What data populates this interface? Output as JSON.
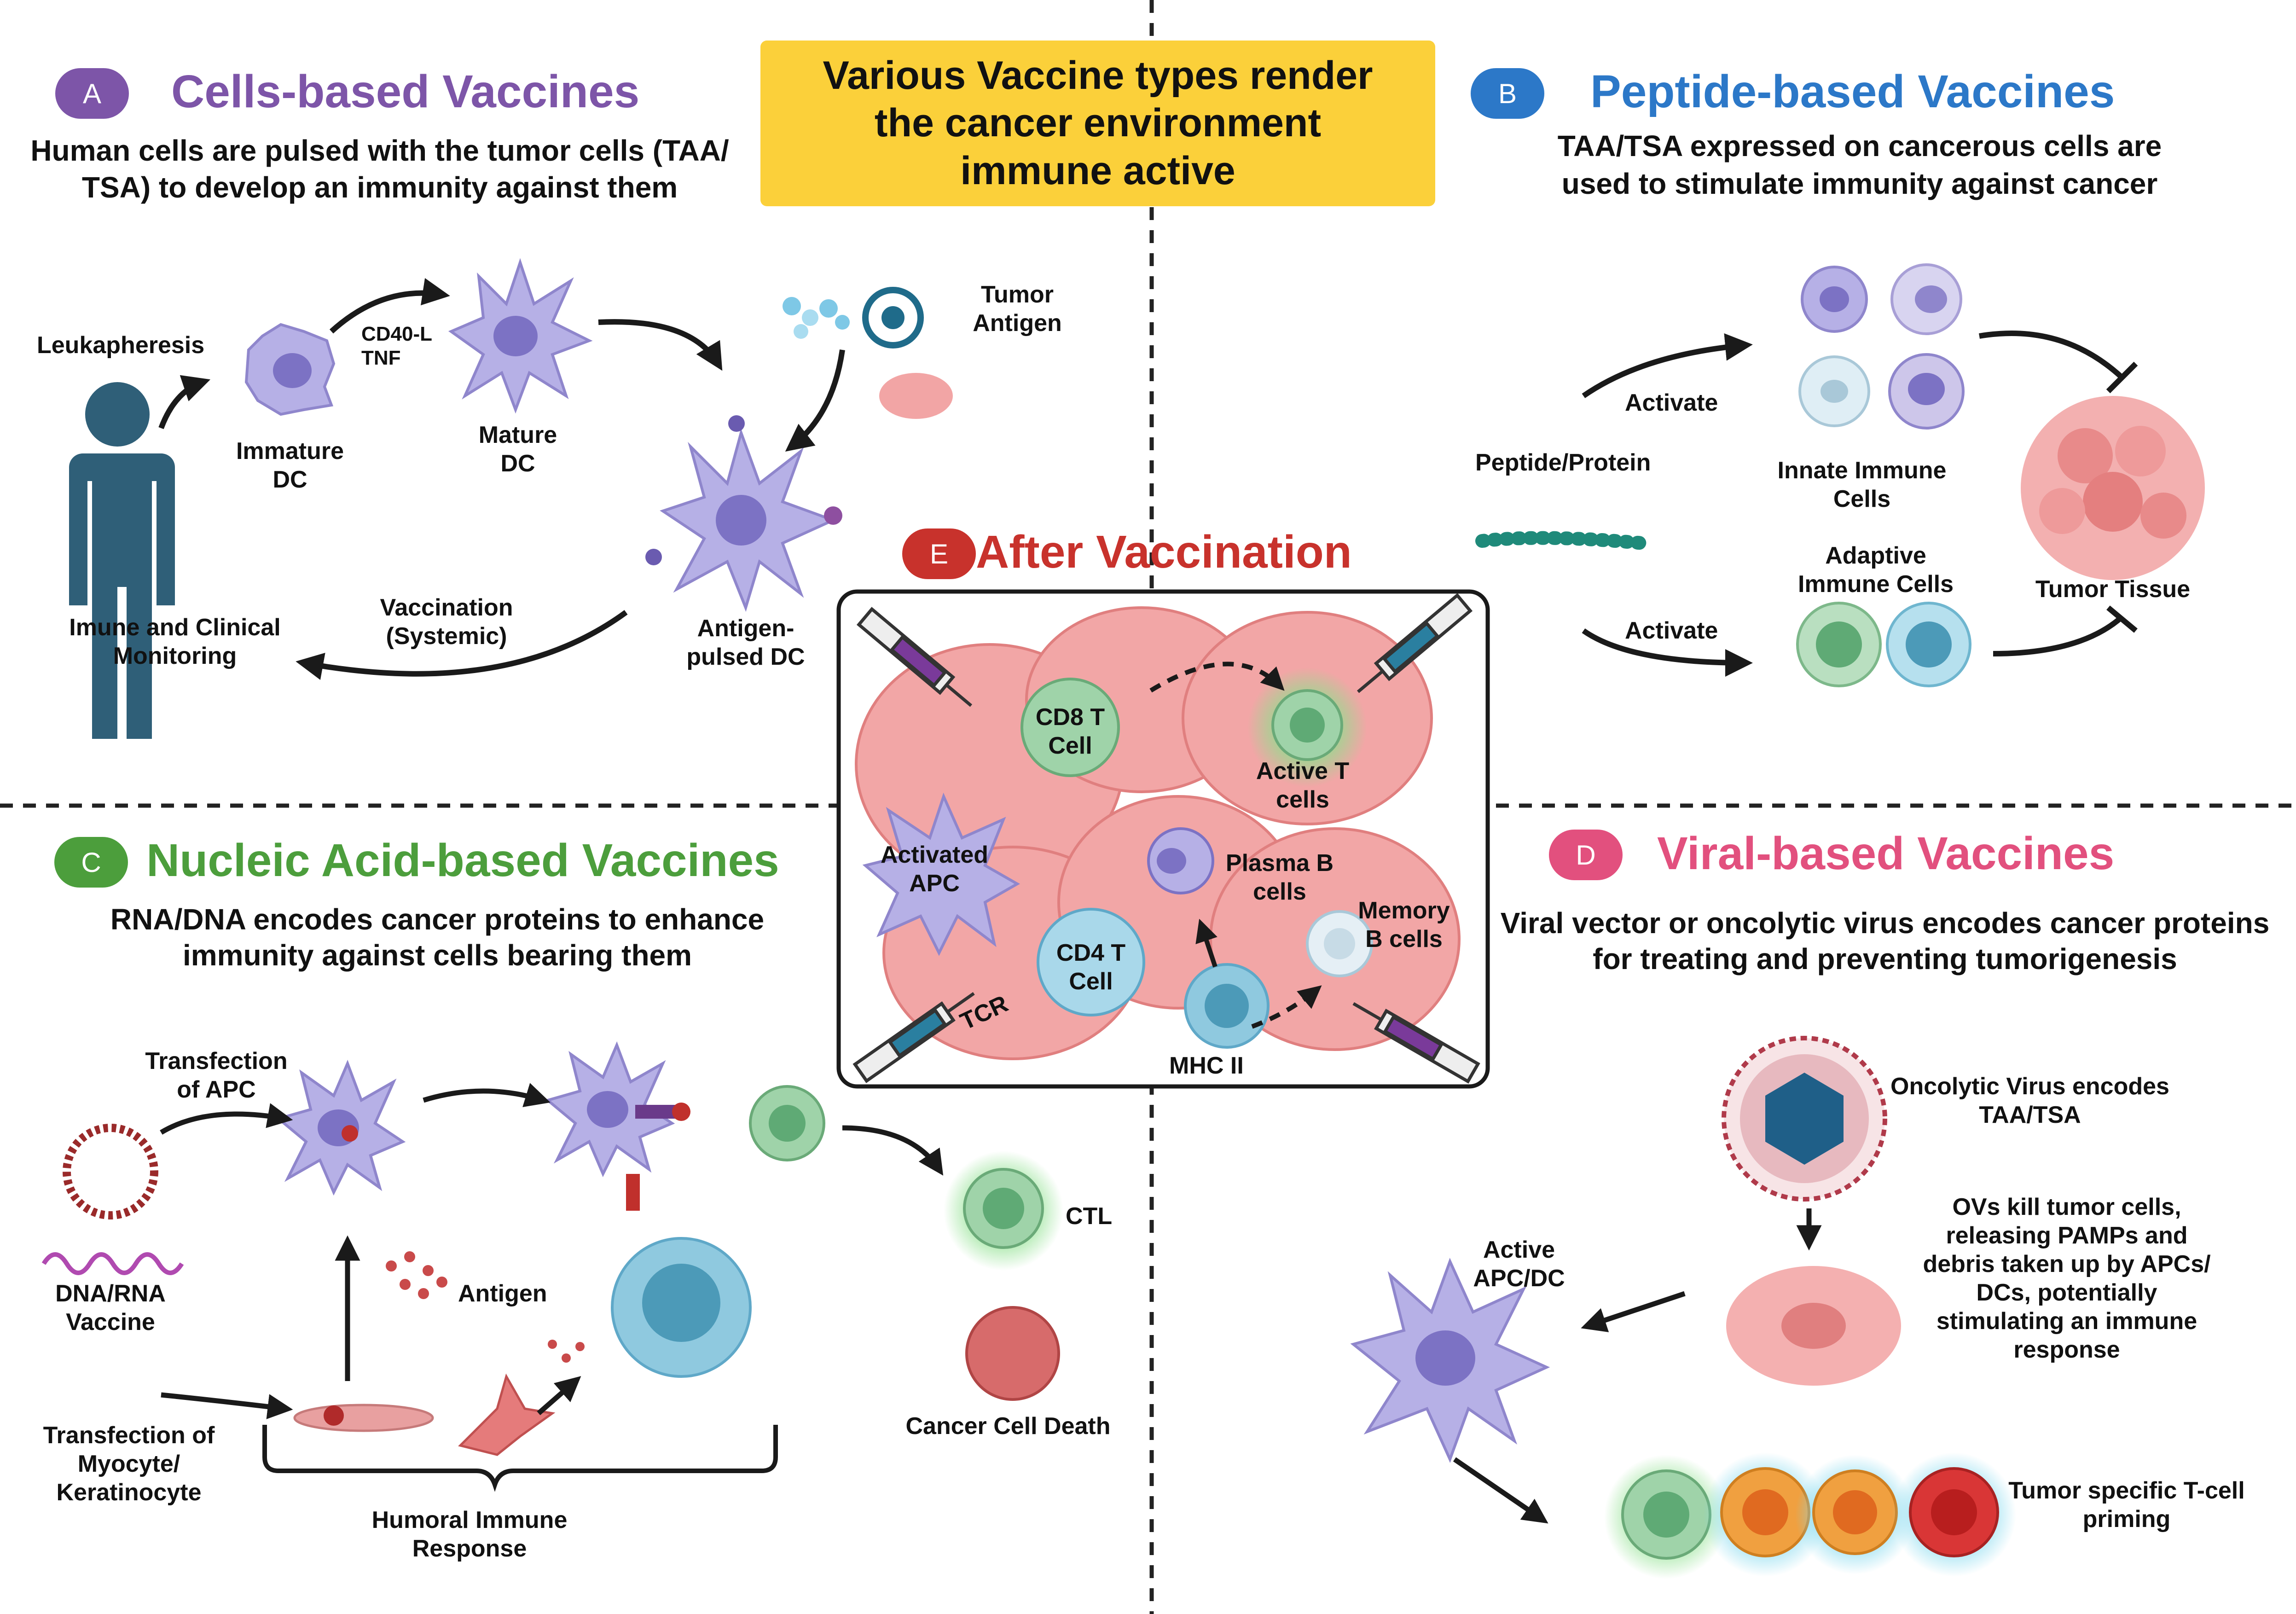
{
  "banner": "Various Vaccine types render\nthe cancer environment\nimmune active",
  "panels": {
    "A": {
      "badge": "A",
      "title": "Cells-based Vaccines",
      "color": "#7d55a8",
      "subtitle_1": "Human cells are pulsed with the tumor cells (TAA/",
      "subtitle_2": "TSA) to develop an immunity against them",
      "labels": {
        "leukapheresis": "Leukapheresis",
        "cd40l": "CD40-L",
        "tnf": "TNF",
        "immature_dc_1": "Immature",
        "immature_dc_2": "DC",
        "mature_dc_1": "Mature",
        "mature_dc_2": "DC",
        "tumor_antigen_1": "Tumor",
        "tumor_antigen_2": "Antigen",
        "antigen_pulsed_1": "Antigen-",
        "antigen_pulsed_2": "pulsed DC",
        "vaccination_1": "Vaccination",
        "vaccination_2": "(Systemic)",
        "monitoring_1": "Imune and Clinical",
        "monitoring_2": "Monitoring"
      }
    },
    "B": {
      "badge": "B",
      "title": "Peptide-based Vaccines",
      "color": "#2c78c8",
      "subtitle_1": "TAA/TSA expressed on cancerous cells are",
      "subtitle_2": "used to stimulate immunity against cancer",
      "labels": {
        "activate_top": "Activate",
        "activate_bottom": "Activate",
        "peptide": "Peptide/Protein",
        "innate_1": "Innate Immune",
        "innate_2": "Cells",
        "adaptive_1": "Adaptive",
        "adaptive_2": "Immune Cells",
        "tumor_tissue": "Tumor Tissue"
      }
    },
    "C": {
      "badge": "C",
      "title": "Nucleic Acid-based Vaccines",
      "color": "#4c9e3c",
      "subtitle_1": "RNA/DNA encodes cancer proteins to enhance",
      "subtitle_2": "immunity against cells bearing them",
      "labels": {
        "transfection_apc_1": "Transfection",
        "transfection_apc_2": "of APC",
        "dna_rna_1": "DNA/RNA",
        "dna_rna_2": "Vaccine",
        "antigen": "Antigen",
        "ctl": "CTL",
        "cancer_death": "Cancer Cell Death",
        "transfection_myo_1": "Transfection of",
        "transfection_myo_2": "Myocyte/",
        "transfection_myo_3": "Keratinocyte",
        "humoral_1": "Humoral  Immune",
        "humoral_2": "Response"
      }
    },
    "D": {
      "badge": "D",
      "title": "Viral-based Vaccines",
      "color": "#e2507e",
      "subtitle_1": "Viral vector or oncolytic virus encodes cancer proteins",
      "subtitle_2": "for treating and preventing tumorigenesis",
      "labels": {
        "oncolytic_1": "Oncolytic Virus encodes",
        "oncolytic_2": "TAA/TSA",
        "ovs_1": "OVs kill tumor cells,",
        "ovs_2": "releasing PAMPs and",
        "ovs_3": "debris taken up by APCs/",
        "ovs_4": "DCs, potentially",
        "ovs_5": "stimulating an immune",
        "ovs_6": "response",
        "active_apc_1": "Active",
        "active_apc_2": "APC/DC",
        "tumor_specific_1": "Tumor specific T-cell",
        "tumor_specific_2": "priming"
      }
    },
    "E": {
      "badge": "E",
      "title": "After Vaccination",
      "color": "#c8322c",
      "labels": {
        "cd8_1": "CD8 T",
        "cd8_2": "Cell",
        "active_t_1": "Active T",
        "active_t_2": "cells",
        "apc_1": "Activated",
        "apc_2": "APC",
        "plasma_1": "Plasma B",
        "plasma_2": "cells",
        "memory_1": "Memory",
        "memory_2": "B cells",
        "cd4_1": "CD4 T",
        "cd4_2": "Cell",
        "tcr": "TCR",
        "mhc": "MHC II"
      }
    }
  },
  "colors": {
    "dc": "#b6b0e6",
    "dc_nucleus": "#7c72c4",
    "tumor": "#ef9a9a",
    "green_cell": "#9fd3a9",
    "blue_cell": "#8fc9df",
    "orange_cell": "#f0a040",
    "red_cell": "#d93636",
    "arrow": "#1a1a1a"
  }
}
